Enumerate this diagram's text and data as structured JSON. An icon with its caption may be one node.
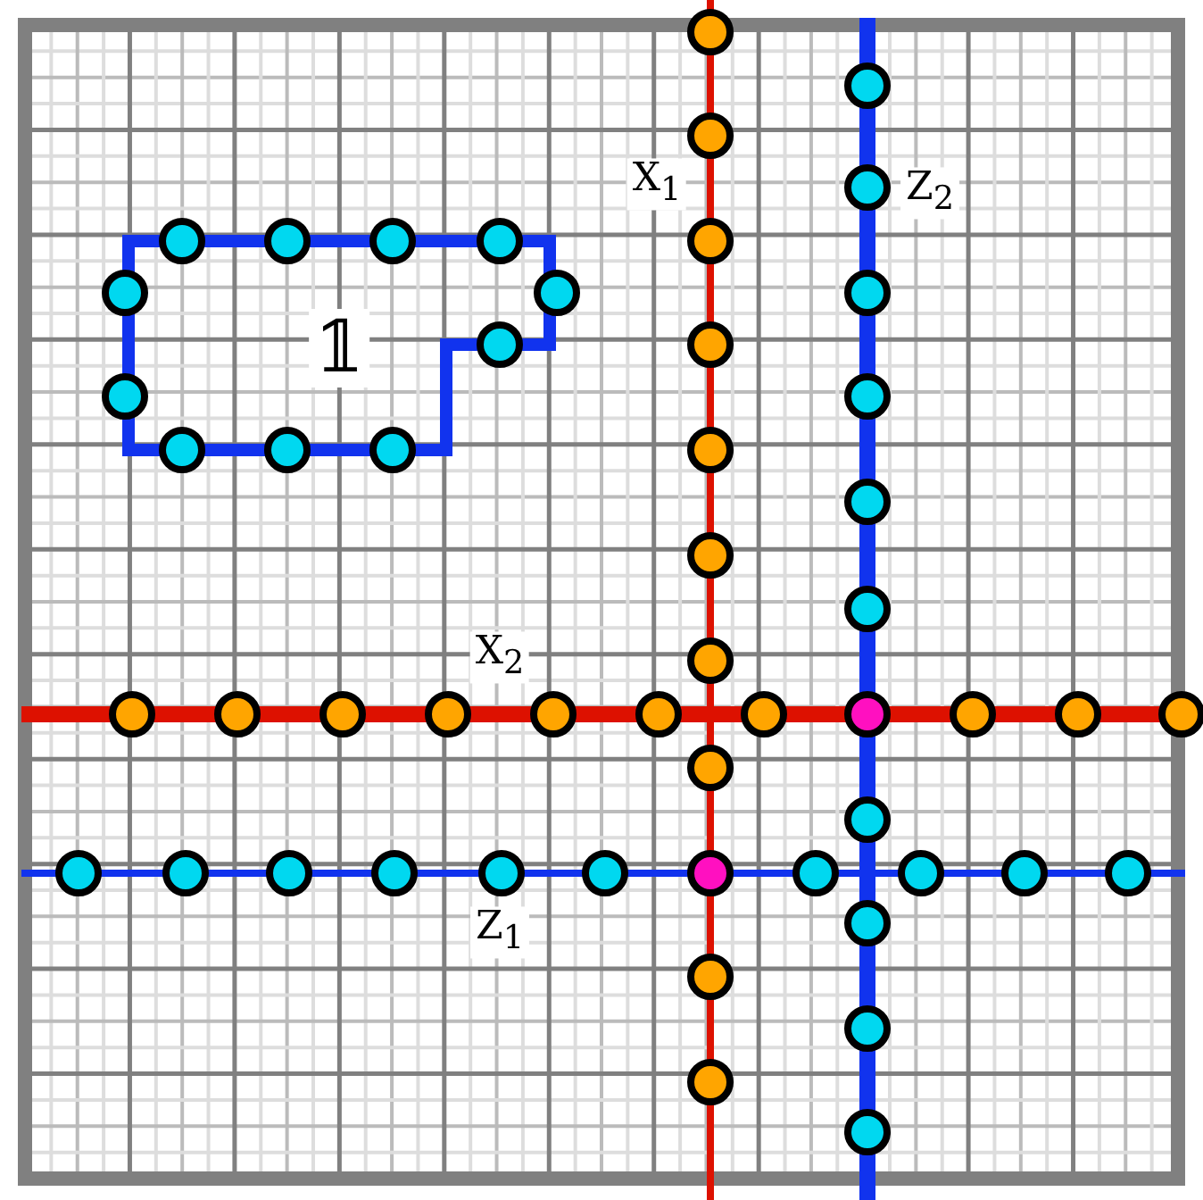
{
  "diagram": {
    "labels": [
      "X$_{1}$",
      "Z$_{2}$",
      "𝟙",
      "X$_{2}$",
      "Z$_{1}$"
    ]
  }
}
